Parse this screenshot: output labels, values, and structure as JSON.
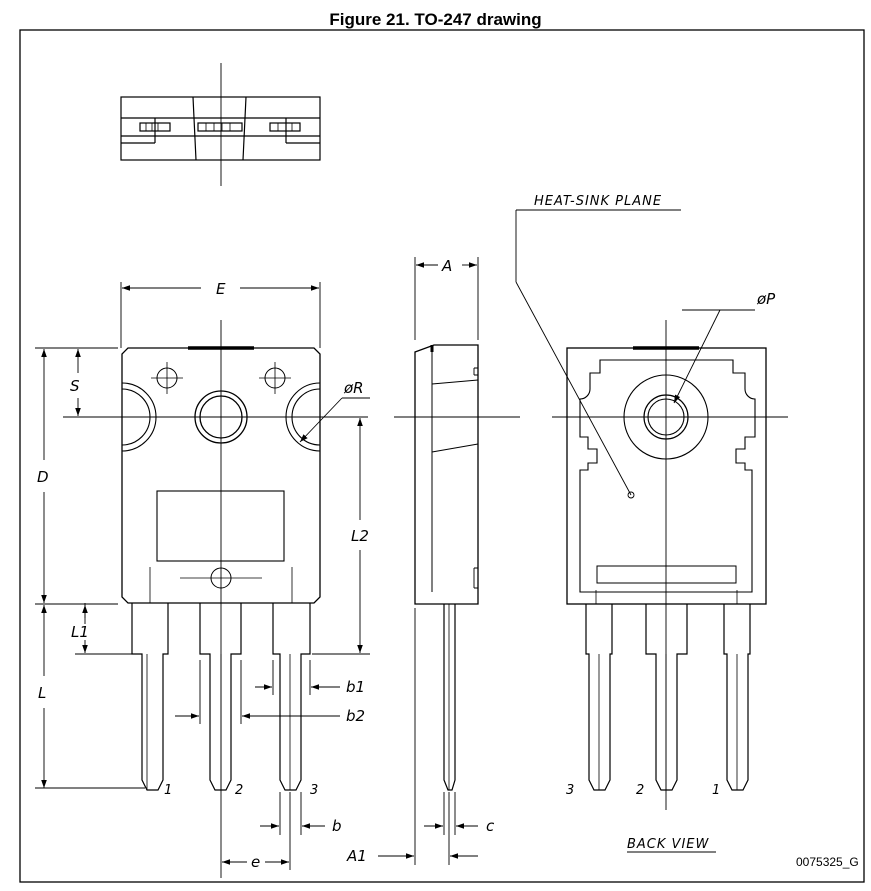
{
  "figure": {
    "title": "Figure 21. TO-247 drawing",
    "reference": "0075325_G"
  },
  "dimensions": {
    "E": "E",
    "A": "A",
    "S": "S",
    "D": "D",
    "L": "L",
    "L1": "L1",
    "L2": "L2",
    "phi_R": "øR",
    "phi_P": "øP",
    "b": "b",
    "b1": "b1",
    "b2": "b2",
    "c": "c",
    "e": "e",
    "A1": "A1"
  },
  "annotations": {
    "heat_sink_plane": "HEAT-SINK PLANE",
    "back_view": "BACK VIEW"
  },
  "pins_front": [
    "1",
    "2",
    "3"
  ],
  "pins_back": [
    "3",
    "2",
    "1"
  ]
}
